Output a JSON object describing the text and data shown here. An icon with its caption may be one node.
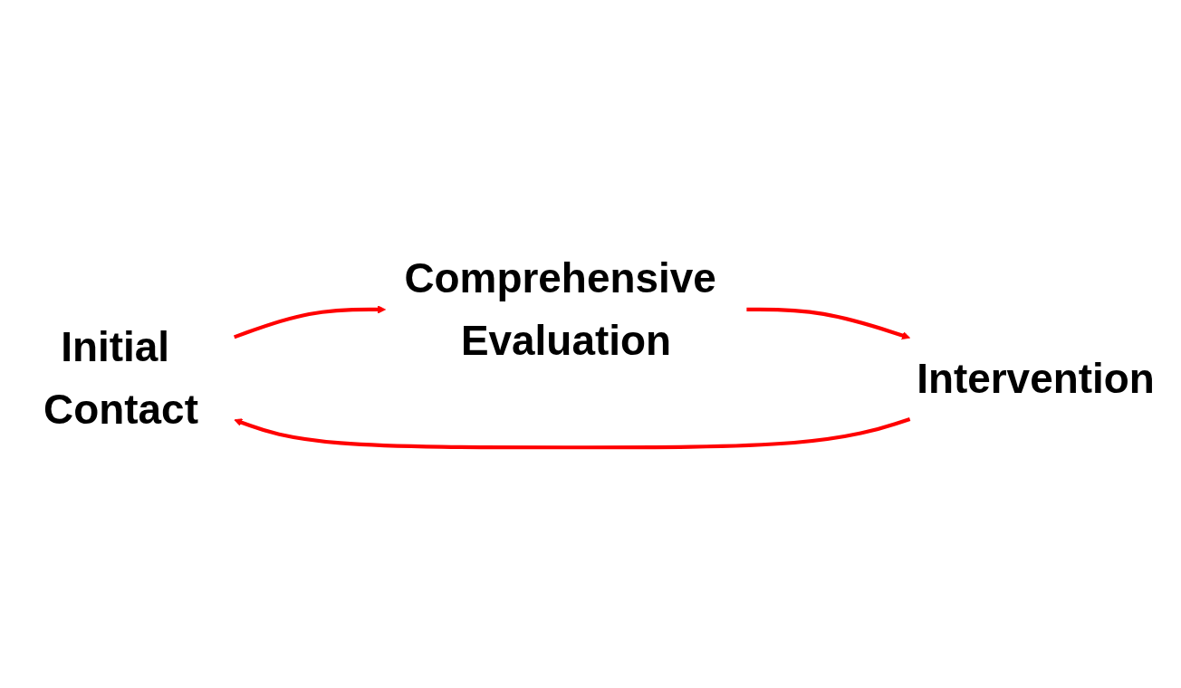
{
  "diagram": {
    "nodes": [
      {
        "text": [
          "Initial Contact"
        ]
      },
      {
        "text": [
          "Comprehensive Evaluation"
        ]
      },
      {
        "text": [
          "Intervention"
        ]
      }
    ],
    "edges": [
      {
        "from": 0,
        "to": 1,
        "arrow": "to"
      },
      {
        "from": 1,
        "to": 2,
        "arrow": "to"
      },
      {
        "from": 2,
        "to": 0,
        "arrow": "to"
      }
    ]
  }
}
